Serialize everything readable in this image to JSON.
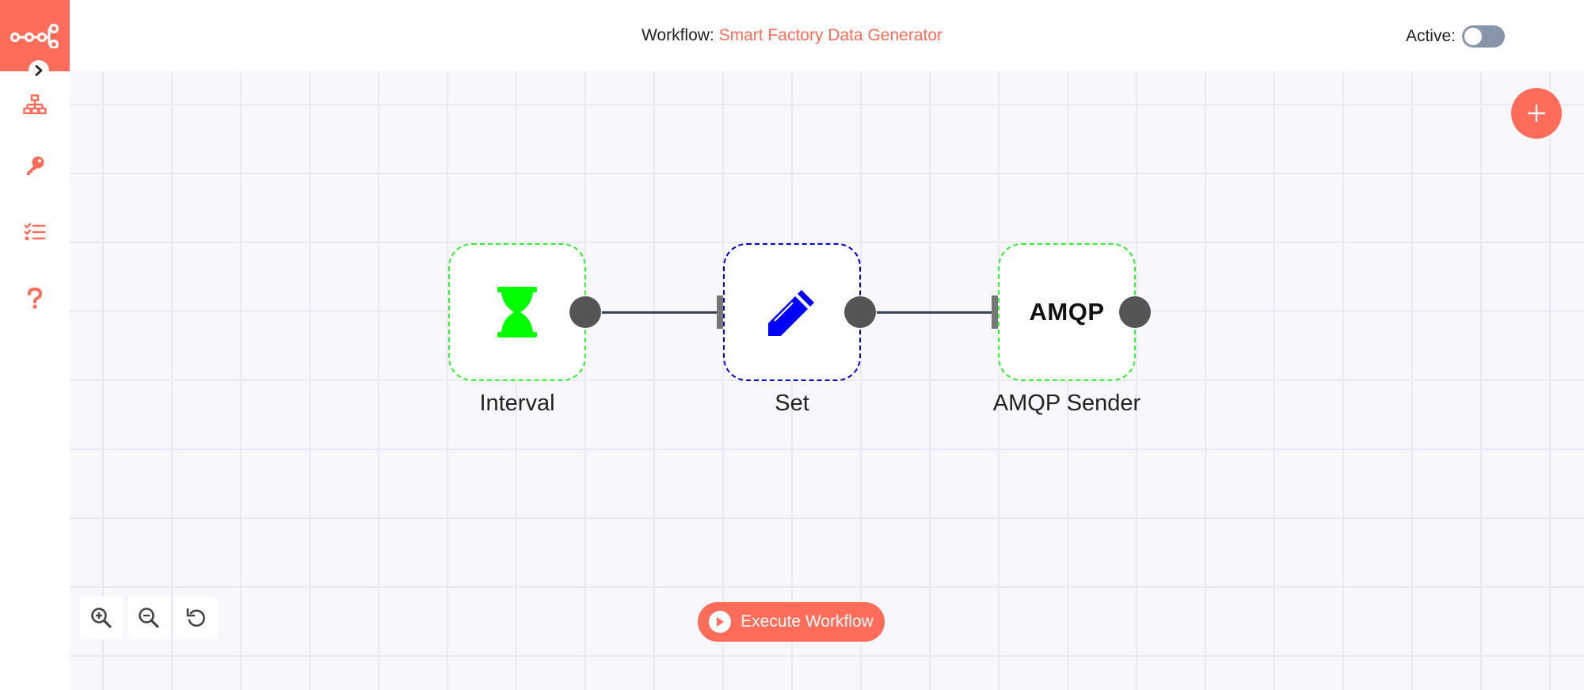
{
  "header": {
    "workflow_prefix": "Workflow:",
    "workflow_name": "Smart Factory Data Generator",
    "active_label": "Active:",
    "active_state": false
  },
  "sidebar": {
    "items": [
      {
        "name": "workflows",
        "icon": "network-icon"
      },
      {
        "name": "credentials",
        "icon": "key-icon"
      },
      {
        "name": "executions",
        "icon": "tasks-icon"
      },
      {
        "name": "help",
        "icon": "question-icon"
      }
    ]
  },
  "nodes": [
    {
      "label": "Interval",
      "icon": "hourglass-icon",
      "border_color": "#33ee33"
    },
    {
      "label": "Set",
      "icon": "pencil-icon",
      "border_color": "#0000cc"
    },
    {
      "label": "AMQP Sender",
      "icon_text": "AMQP",
      "border_color": "#33ee33"
    }
  ],
  "execute": {
    "label": "Execute Workflow"
  },
  "colors": {
    "accent": "#ff6d5a",
    "interval_icon": "#00ff00",
    "set_icon": "#0000ff"
  }
}
